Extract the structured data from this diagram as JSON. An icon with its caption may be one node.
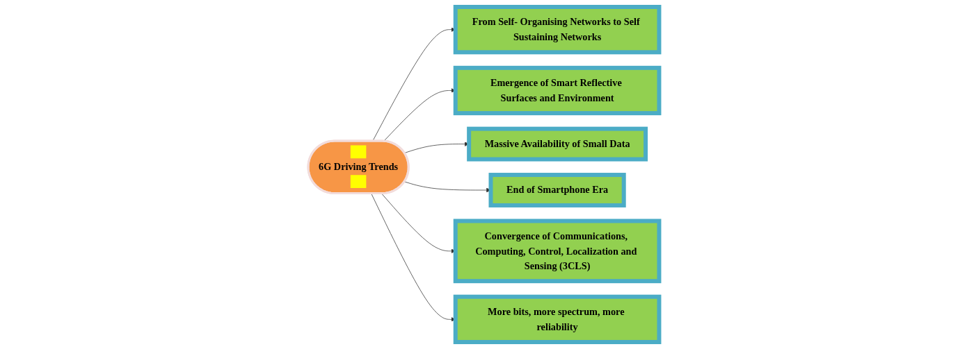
{
  "diagram": {
    "nodes": [
      {
        "text": [
          "From Self- Organising Networks to Self Sustaining Networks"
        ]
      },
      {
        "text": [
          "Emergence of Smart Reflective Surfaces and Environment"
        ]
      },
      {
        "text": [
          "Massive Availability of Small Data"
        ]
      },
      {
        "text": [
          "6G Driving Trends"
        ]
      },
      {
        "text": [
          "End of Smartphone Era"
        ]
      },
      {
        "text": [
          "Convergence of Communications, Computing, Control, Localization and Sensing (3CLS)"
        ]
      },
      {
        "text": [
          "More bits, more spectrum, more reliability"
        ]
      }
    ],
    "edges": [
      {
        "from": 3,
        "to": 0,
        "arrow": "to"
      },
      {
        "from": 3,
        "to": 1,
        "arrow": "to"
      },
      {
        "from": 3,
        "to": 2,
        "arrow": "to"
      },
      {
        "from": 3,
        "to": 4,
        "arrow": "to"
      },
      {
        "from": 3,
        "to": 5,
        "arrow": "to"
      },
      {
        "from": 3,
        "to": 6,
        "arrow": "to"
      }
    ]
  }
}
